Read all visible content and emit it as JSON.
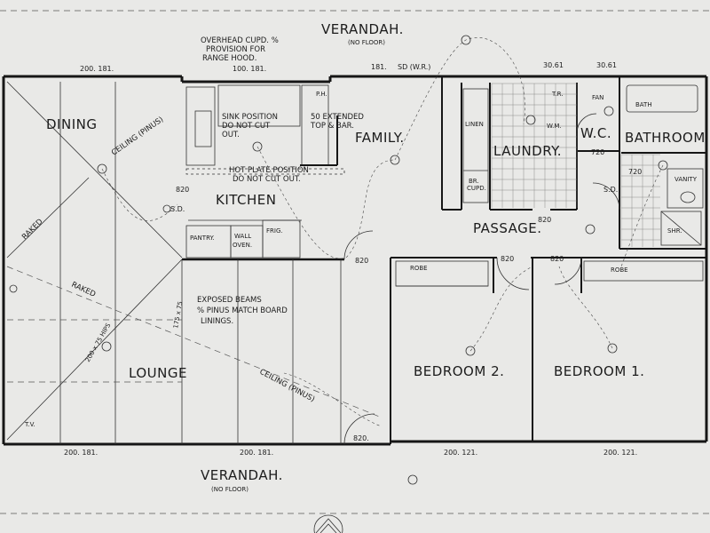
{
  "rooms": {
    "dining": "DINING",
    "kitchen": "KITCHEN",
    "family": "FAMILY.",
    "lounge": "LOUNGE",
    "laundry": "LAUNDRY.",
    "wc": "W.C.",
    "bathroom": "BATHROOM",
    "passage": "PASSAGE.",
    "bedroom2": "BEDROOM 2.",
    "bedroom1": "BEDROOM 1."
  },
  "verandah": {
    "top": "VERANDAH.",
    "top_note": "(NO FLOOR)",
    "bottom": "VERANDAH.",
    "bottom_note": "(NO FLOOR)"
  },
  "notes": {
    "hood_1": "OVERHEAD CUPD. %",
    "hood_2": "PROVISION FOR",
    "hood_3": "RANGE HOOD.",
    "sink_1": "SINK POSITION",
    "sink_2": "DO NOT CUT",
    "sink_3": "OUT.",
    "top_1": "50 EXTENDED",
    "top_2": "TOP & BAR.",
    "hotplate_1": "HOT PLATE POSITION",
    "hotplate_2": "DO NOT CUT OUT.",
    "beams_1": "EXPOSED BEAMS",
    "beams_2": "% PINUS MATCH BOARD",
    "beams_3": "LININGS.",
    "ceiling_dining": "CEILING (PINUS)",
    "ceiling_lounge": "CEILING (PINUS)",
    "raked_1": "RAKED",
    "raked_2": "RAKED",
    "hips": "200 x 75 HIPS",
    "beam_side": "175 x 75",
    "linen": "LINEN",
    "br_cupd_1": "BR.",
    "br_cupd_2": "CUPD.",
    "wm": "W.M.",
    "tr": "T.R.",
    "fan": "FAN",
    "bath": "BATH",
    "vanity": "VANITY",
    "shr": "SHR.",
    "robe_2": "ROBE",
    "robe_1": "ROBE",
    "pantry": "PANTRY.",
    "wall_oven_1": "WALL",
    "wall_oven_2": "OVEN.",
    "frig": "FRIG.",
    "ph": "P.H.",
    "tv": "T.V."
  },
  "dims": {
    "top_dining": "200. 181.",
    "top_kitchen": "100. 181.",
    "top_door": "181.",
    "top_family": "SD (W.R.)",
    "top_laundry": "30.61",
    "top_wc": "30.61",
    "d820_a": "820",
    "d820_b": "820",
    "d820_c": "820",
    "d820_d": "820",
    "d820_e": "820",
    "d720_a": "720",
    "d720_b": "720",
    "sd_a": "S.D.",
    "sd_b": "S.D.",
    "bot_lounge_l": "200. 181.",
    "bot_lounge_r": "200. 181.",
    "bot_door": "820.",
    "bot_bed2": "200. 121.",
    "bot_bed1": "200. 121."
  }
}
